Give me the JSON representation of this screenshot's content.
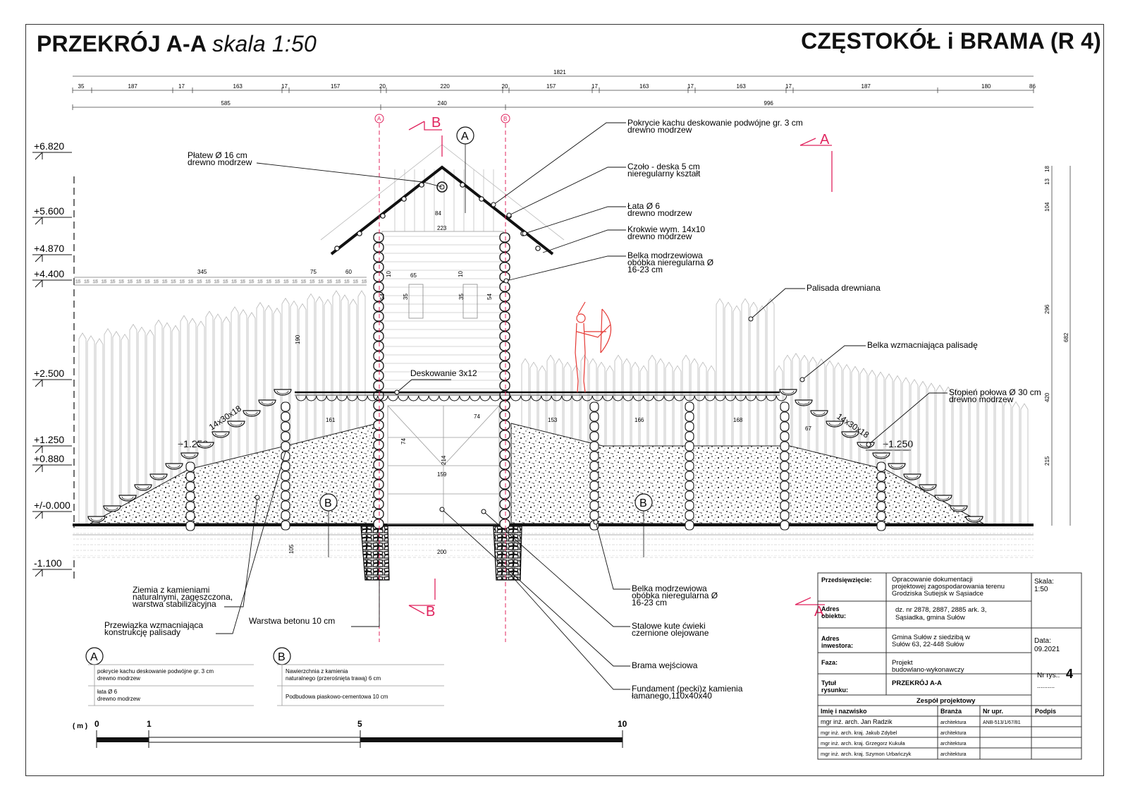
{
  "title": {
    "section": "PRZEKRÓJ A-A",
    "scale": "skala 1:50",
    "project": "CZĘSTOKÓŁ i BRAMA (R 4)"
  },
  "dims": {
    "total": "1821",
    "row2": [
      "35",
      "187",
      "17",
      "163",
      "17",
      "157",
      "20",
      "220",
      "20",
      "157",
      "17",
      "163",
      "17",
      "163",
      "17",
      "187",
      "180",
      "86"
    ],
    "row3": [
      "585",
      "240",
      "996"
    ],
    "right": [
      "18",
      "13",
      "104",
      "296",
      "682",
      "420",
      "215"
    ],
    "misc": [
      "345",
      "75",
      "60",
      "223",
      "84",
      "65",
      "10",
      "10",
      "35",
      "35",
      "54",
      "54",
      "190",
      "161",
      "153",
      "166",
      "168",
      "67",
      "200",
      "105",
      "159",
      "214",
      "74",
      "74"
    ]
  },
  "levels": [
    "+6.820",
    "+5.600",
    "+4.870",
    "+4.400",
    "+2.500",
    "+1.250",
    "+0.880",
    "+/-0.000",
    "-1.100",
    "+1.250"
  ],
  "axes": {
    "a": "A",
    "b": "B"
  },
  "markers": {
    "section_a": "A",
    "section_b": "B",
    "detail_a": "A",
    "detail_b": "B"
  },
  "labels": {
    "pokrycie": "Pokrycie kachu deskowanie podwójne gr. 3 cm\ndrewno modrzew",
    "platew": "Płatew Ø 16 cm\ndrewno modrzew",
    "czolo": "Czoło - deska 5 cm\nnieregularny kształt",
    "lata": "Łata Ø 6\ndrewno modrzew",
    "krokwie": "Krokwie wym. 14x10\ndrewno modrzew",
    "belka": "Belka modrzewiowa\nobóbka nieregularna Ø\n16-23 cm",
    "palisada": "Palisada drewniana",
    "belka_wzm": "Belka wzmacniająca palisadę",
    "deskowanie": "Deskowanie 3x12",
    "stopien": "Stopień połowa Ø 30 cm\ndrewno  modrzew",
    "belka2": "Belka modrzewiowa\nobóbka nieregularna Ø\n16-23 cm",
    "cwieki": "Stalowe kute ćwieki\nczernione olejowane",
    "brama": "Brama wejściowa",
    "fundament": "Fundament (pecki)z kamienia\nłamanego,110x40x40",
    "ziemia": "Ziemia z kamieniami\nnaturalnymi, zagęszczona,\nwarstwa stabilizacyjna",
    "przewiazka": "Przewiązka wzmacniająca\nkonstrukcję palisady",
    "beton": "Warstwa betonu 10 cm",
    "step_dim": "14x30x18"
  },
  "legend": {
    "a": {
      "marker": "A",
      "line1": "pokrycie kachu deskowanie podwójne gr. 3 cm\ndrewno modrzew",
      "line2": "łata Ø 6\ndrewno modrzew"
    },
    "b": {
      "marker": "B",
      "line1": "Nawierzchnia z kamienia\nnaturalnego (przerośnięta trawą) 6 cm",
      "line2": "Podbudowa piaskowo-cementowa 10 cm"
    }
  },
  "scalebar": {
    "unit": "( m )",
    "ticks": [
      "0",
      "1",
      "5",
      "10"
    ]
  },
  "titleblock": {
    "przedsiewziecie_label": "Przedsięwzięcie:",
    "przedsiewziecie": "Opracowanie dokumentacji\nprojektowej zagospodarowania terenu\nGrodziska Sutiejsk w Sąsiadce",
    "skala_label": "Skala:",
    "skala": "1:50",
    "adres_label": "Adres\nobiektu:",
    "adres": "dz. nr 2878, 2887, 2885 ark. 3,\nSąsiadka, gmina Sułów",
    "inwestor_label": "Adres\ninwestora:",
    "inwestor": "Gmina Sułów z siedzibą w\nSułów 63, 22-448 Sułów",
    "data_label": "Data:",
    "data": "09.2021",
    "faza_label": "Faza:",
    "faza": "Projekt\nbudowlano-wykonawczy",
    "nr_label": "Nr rys.:",
    "nr": "4",
    "nr_dots": "..........",
    "tytul_label": "Tytuł\nrysunku:",
    "tytul": "PRZEKRÓJ A-A",
    "zespol": "Zespół projektowy",
    "cols": [
      "Imię i nazwisko",
      "Branża",
      "Nr upr.",
      "Podpis"
    ],
    "rows": [
      [
        "mgr inż. arch. Jan Radzik",
        "architektura",
        "ANB-513/1/67/81",
        ""
      ],
      [
        "mgr inż. arch. kraj. Jakub Zdybel",
        "architektura",
        "",
        ""
      ],
      [
        "mgr inż. arch. kraj. Grzegorz Kukuła",
        "architektura",
        "",
        ""
      ],
      [
        "mgr inż. arch. kraj. Szymon Urbańczyk",
        "architektura",
        "",
        ""
      ]
    ]
  },
  "colors": {
    "ink": "#111111",
    "section": "#e0245e",
    "archer": "#e53935",
    "soil": "#333333",
    "light": "#9a9a9a"
  }
}
